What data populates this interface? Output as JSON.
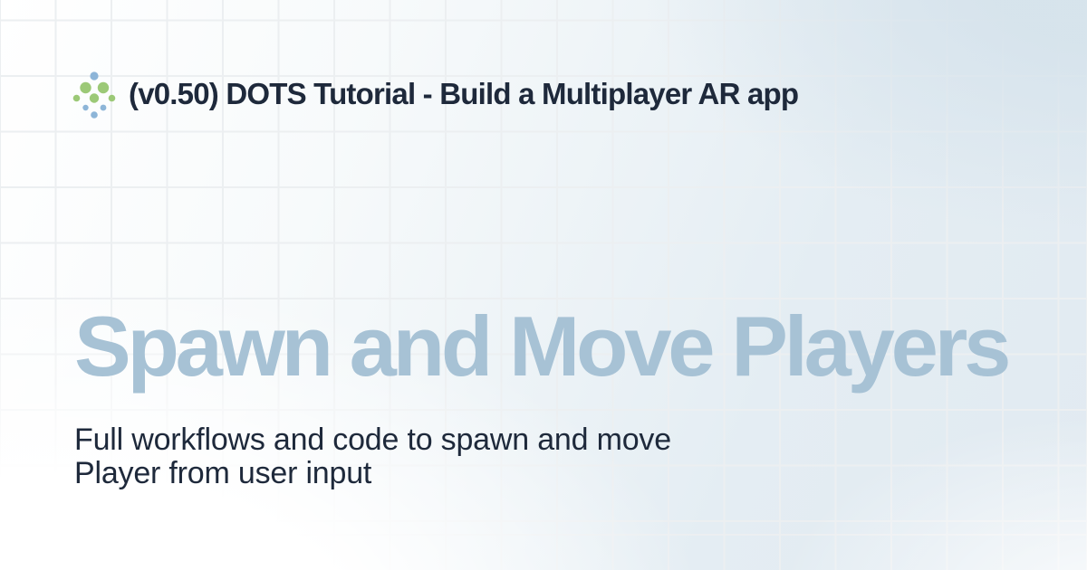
{
  "colors": {
    "background_light": "#ffffff",
    "background_tint": "#e3ecf2",
    "grid_line": "#eceff1",
    "text_navy": "#1e293b",
    "heading_blue": "#a7c2d5",
    "logo_green": "#9cc977",
    "logo_blue": "#8db5d8"
  },
  "header": {
    "logo_icon": "dots-diamond-cluster-icon",
    "title": "(v0.50) DOTS Tutorial - Build a Multiplayer AR app"
  },
  "hero": {
    "heading": "Spawn and Move Players",
    "subtitle_lines": [
      "Full workflows and code to spawn and move",
      "Player from user input"
    ]
  }
}
